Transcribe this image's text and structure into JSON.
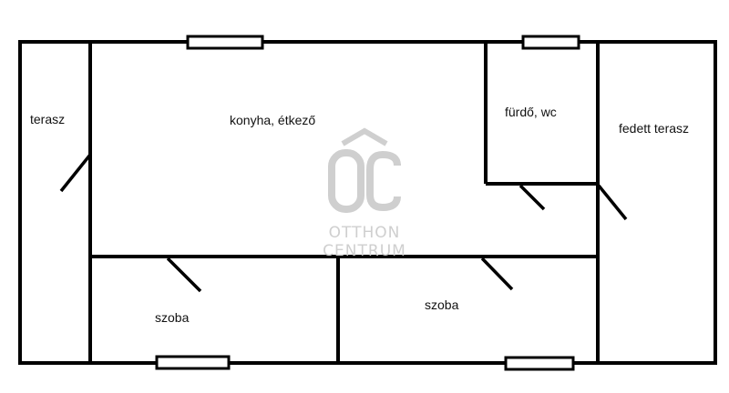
{
  "rooms": {
    "terasz": "terasz",
    "konyha_etkezo": "konyha, étkező",
    "furdo_wc": "fürdő, wc",
    "fedett_terasz": "fedett terasz",
    "szoba_left": "szoba",
    "szoba_right": "szoba"
  },
  "watermark": {
    "logo_text": "ÔC",
    "brand_line1": "OTTHON",
    "brand_line2": "CENTRUM"
  },
  "colors": {
    "wall": "#000000",
    "watermark": "#cfcfcf",
    "background": "#ffffff"
  }
}
